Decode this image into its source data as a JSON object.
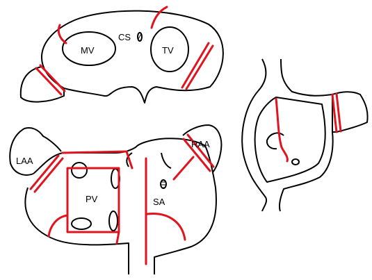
{
  "labels": {
    "mv": "MV",
    "tv": "TV",
    "cs": "CS",
    "laa": "LAA",
    "raa": "RAA",
    "pv": "PV",
    "sa": "SA"
  },
  "colors": {
    "outline": "#000000",
    "ablation_line": "#e0141e",
    "background": "#ffffff"
  }
}
